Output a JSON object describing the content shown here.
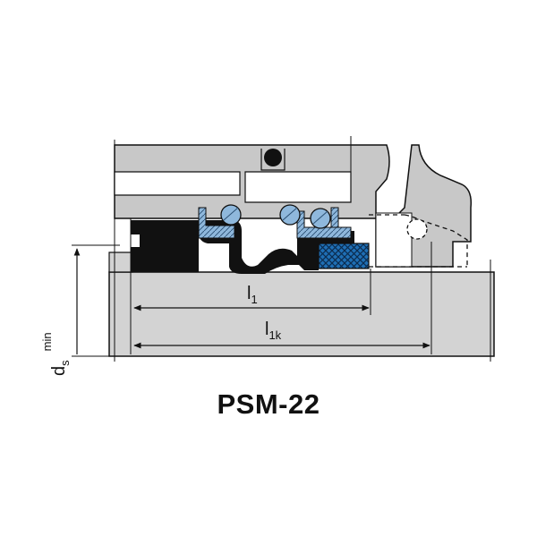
{
  "title": "PSM-22",
  "dimensions": {
    "l1": {
      "main": "l",
      "sub": "1"
    },
    "l1k": {
      "main": "l",
      "sub": "1k"
    },
    "ds_min": {
      "main": "d",
      "sub": "s",
      "suffix": "min"
    }
  },
  "colors": {
    "housing": "#c8c8c8",
    "shaft": "#d3d3d3",
    "bellows": "#111111",
    "spring": "#8fb8dc",
    "face": "#1f6fb5",
    "outline": "#111111"
  }
}
